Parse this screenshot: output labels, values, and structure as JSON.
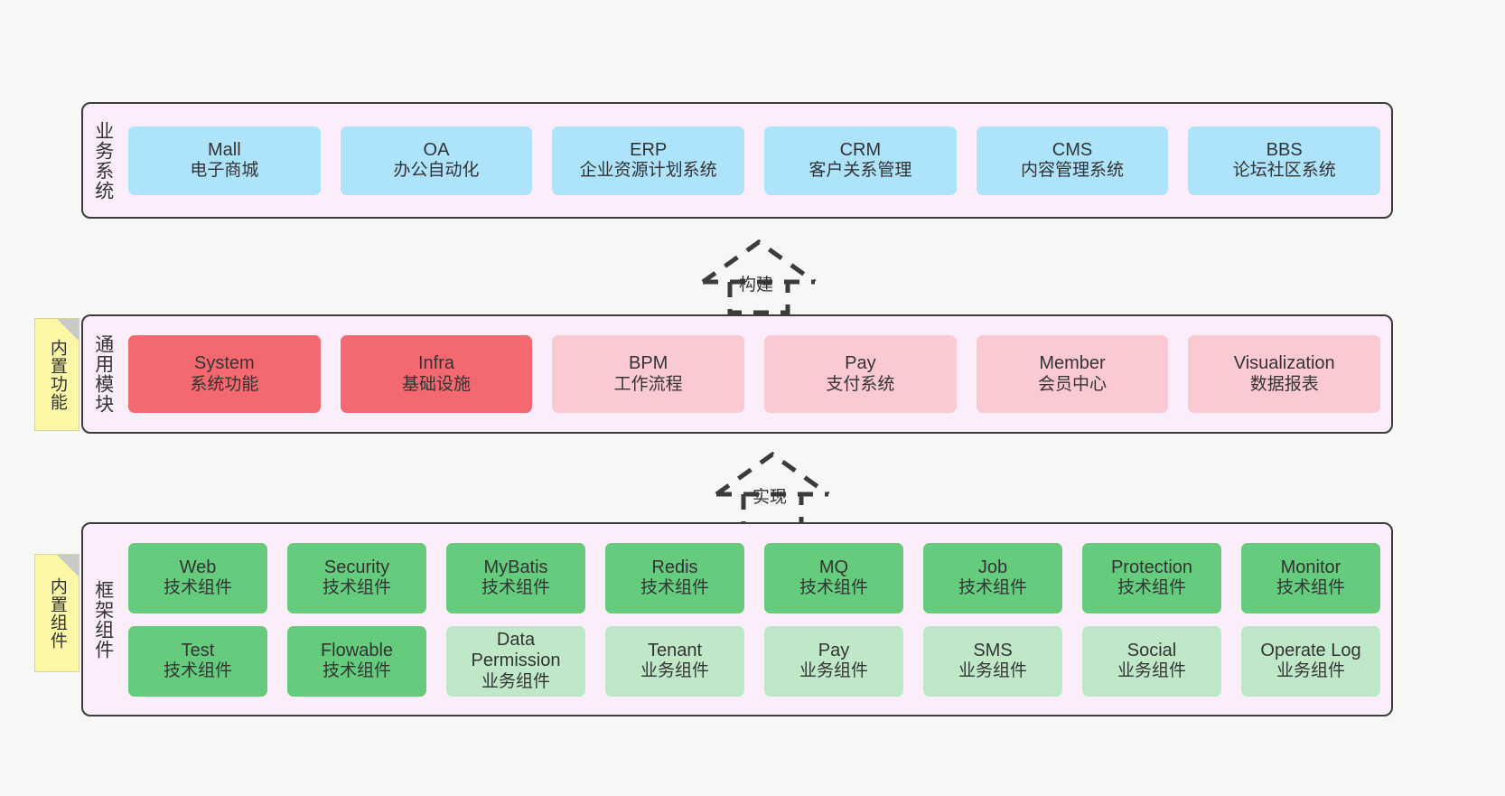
{
  "diagram": {
    "background_color": "#f7f7f7",
    "panel_color": "#fbeefa",
    "panel_border_color": "#3c3c3c",
    "note_color": "#fbf7a5"
  },
  "layers": [
    {
      "title": "业务系统",
      "name": "business-system-layer",
      "rows": [
        {
          "cards": [
            {
              "en": "Mall",
              "cn": "电子商城",
              "color": "c-blue"
            },
            {
              "en": "OA",
              "cn": "办公自动化",
              "color": "c-blue"
            },
            {
              "en": "ERP",
              "cn": "企业资源计划系统",
              "color": "c-blue"
            },
            {
              "en": "CRM",
              "cn": "客户关系管理",
              "color": "c-blue"
            },
            {
              "en": "CMS",
              "cn": "内容管理系统",
              "color": "c-blue"
            },
            {
              "en": "BBS",
              "cn": "论坛社区系统",
              "color": "c-blue"
            }
          ]
        }
      ]
    },
    {
      "title": "通用模块",
      "name": "common-module-layer",
      "note": "内置功能",
      "rows": [
        {
          "cards": [
            {
              "en": "System",
              "cn": "系统功能",
              "color": "c-red"
            },
            {
              "en": "Infra",
              "cn": "基础设施",
              "color": "c-red"
            },
            {
              "en": "BPM",
              "cn": "工作流程",
              "color": "c-pink"
            },
            {
              "en": "Pay",
              "cn": "支付系统",
              "color": "c-pink"
            },
            {
              "en": "Member",
              "cn": "会员中心",
              "color": "c-pink"
            },
            {
              "en": "Visualization",
              "cn": "数据报表",
              "color": "c-pink"
            }
          ]
        }
      ]
    },
    {
      "title": "框架组件",
      "name": "framework-component-layer",
      "note": "内置组件",
      "rows": [
        {
          "cards": [
            {
              "en": "Web",
              "cn": "技术组件",
              "color": "c-green"
            },
            {
              "en": "Security",
              "cn": "技术组件",
              "color": "c-green"
            },
            {
              "en": "MyBatis",
              "cn": "技术组件",
              "color": "c-green"
            },
            {
              "en": "Redis",
              "cn": "技术组件",
              "color": "c-green"
            },
            {
              "en": "MQ",
              "cn": "技术组件",
              "color": "c-green"
            },
            {
              "en": "Job",
              "cn": "技术组件",
              "color": "c-green"
            },
            {
              "en": "Protection",
              "cn": "技术组件",
              "color": "c-green"
            },
            {
              "en": "Monitor",
              "cn": "技术组件",
              "color": "c-green"
            }
          ]
        },
        {
          "cards": [
            {
              "en": "Test",
              "cn": "技术组件",
              "color": "c-green"
            },
            {
              "en": "Flowable",
              "cn": "技术组件",
              "color": "c-green"
            },
            {
              "en": "Data Permission",
              "cn": "业务组件",
              "color": "c-lgreen"
            },
            {
              "en": "Tenant",
              "cn": "业务组件",
              "color": "c-lgreen"
            },
            {
              "en": "Pay",
              "cn": "业务组件",
              "color": "c-lgreen"
            },
            {
              "en": "SMS",
              "cn": "业务组件",
              "color": "c-lgreen"
            },
            {
              "en": "Social",
              "cn": "业务组件",
              "color": "c-lgreen"
            },
            {
              "en": "Operate Log",
              "cn": "业务组件",
              "color": "c-lgreen"
            }
          ]
        }
      ]
    }
  ],
  "arrows": [
    {
      "label": "构建",
      "name": "build-relation-arrow"
    },
    {
      "label": "实现",
      "name": "implement-relation-arrow"
    }
  ]
}
